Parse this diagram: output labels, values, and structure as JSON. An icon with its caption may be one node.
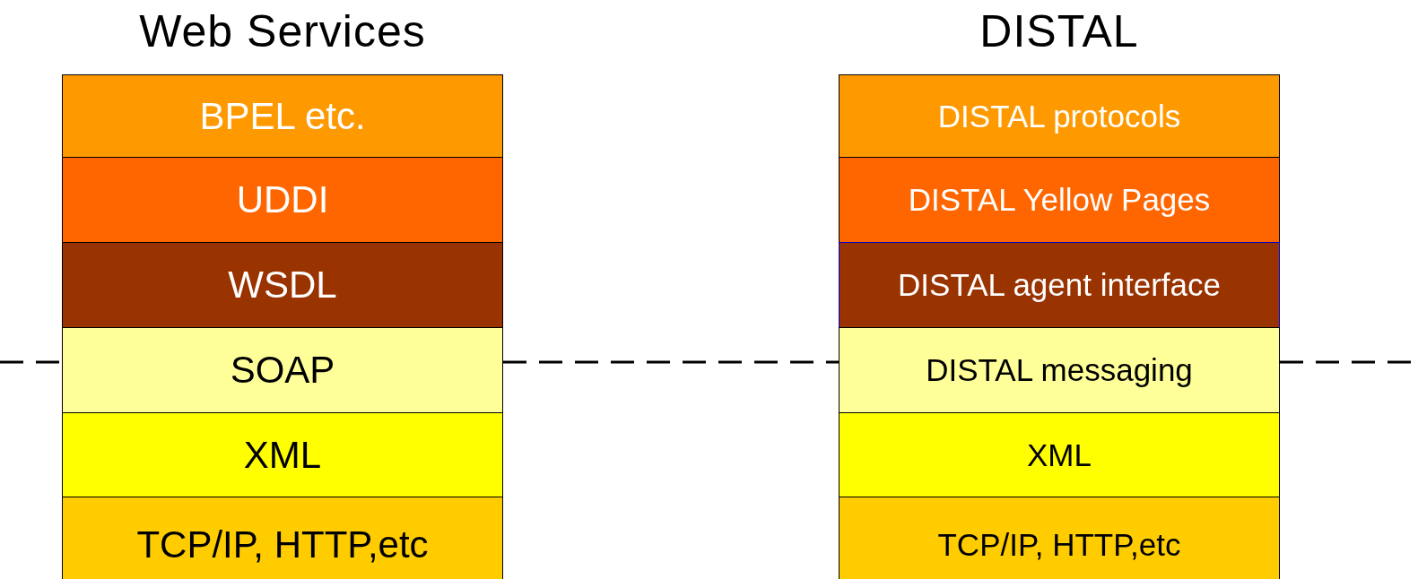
{
  "diagram": {
    "nodes": [
      {
        "text": [
          "BPEL etc."
        ]
      },
      {
        "text": [
          "UDDI"
        ]
      },
      {
        "text": [
          "WSDL"
        ]
      },
      {
        "text": [
          "SOAP"
        ]
      },
      {
        "text": [
          "XML"
        ]
      },
      {
        "text": [
          "TCP/IP, HTTP,etc"
        ]
      },
      {
        "text": [
          "DISTAL protocols"
        ]
      },
      {
        "text": [
          "DISTAL Yellow Pages"
        ]
      },
      {
        "text": [
          "DISTAL agent interface"
        ]
      },
      {
        "text": [
          "DISTAL messaging"
        ]
      },
      {
        "text": [
          "XML"
        ]
      },
      {
        "text": [
          "TCP/IP, HTTP,etc"
        ]
      }
    ],
    "labels": [
      "Web Services",
      "DISTAL"
    ]
  }
}
